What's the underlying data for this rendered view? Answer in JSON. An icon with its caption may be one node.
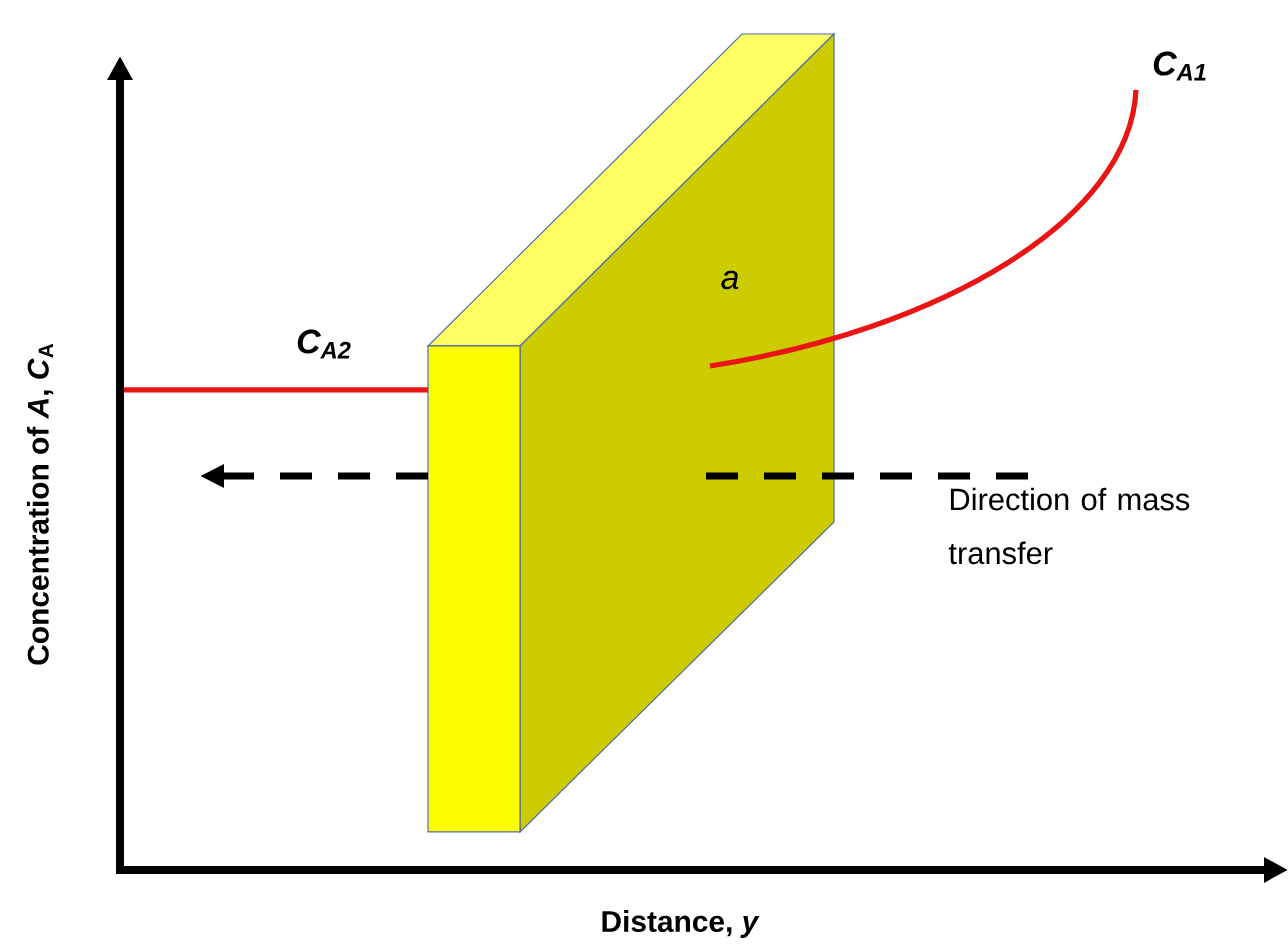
{
  "diagram": {
    "labels": [
      "C$_{A1}$",
      "a",
      "C$_{A2}$",
      "Direction of mass transfer",
      "Concentration of *A*, *C*$_{A}$",
      "Distance, *y*"
    ]
  }
}
